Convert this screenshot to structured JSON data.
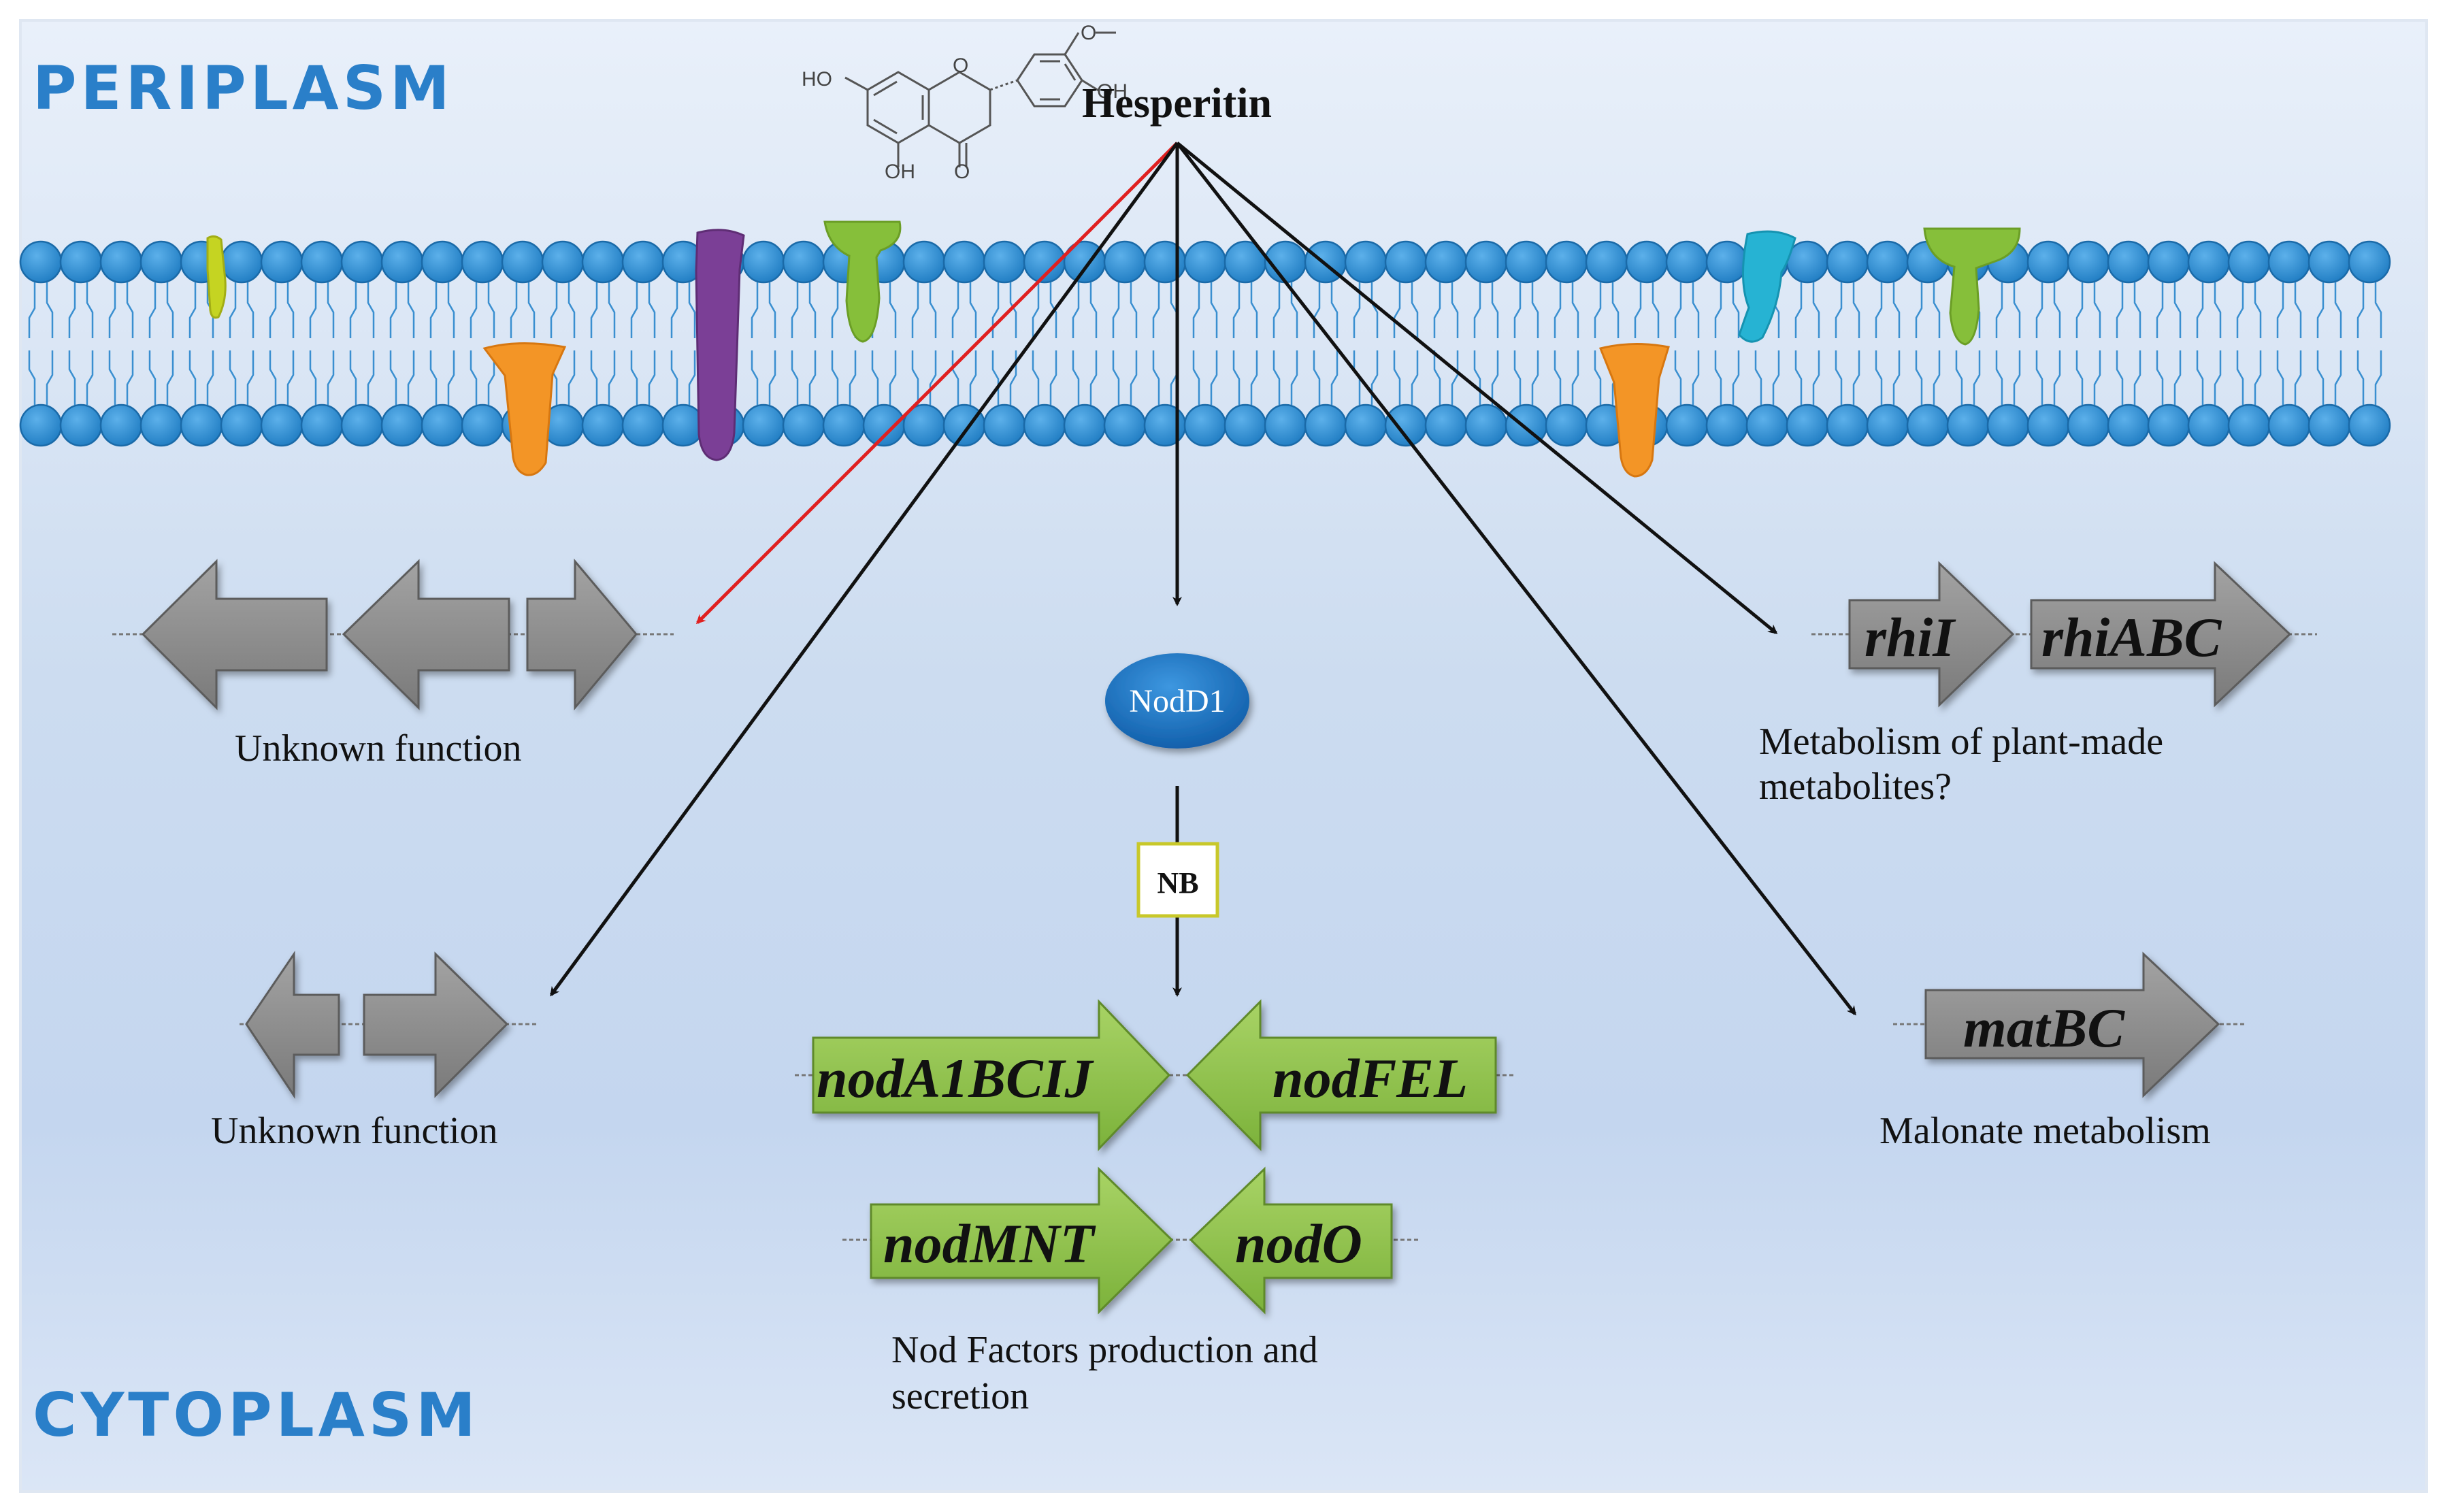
{
  "regions": {
    "top": "PERIPLASM",
    "bottom": "CYTOPLASM"
  },
  "compound": {
    "name": "Hesperitin",
    "atoms": {
      "ho": "HO",
      "oh_bottom": "OH",
      "oh_right": "OH",
      "o_ring": "O",
      "o_keto": "O",
      "o_methoxy": "O"
    }
  },
  "regulator": {
    "name": "NodD1",
    "box": "NB"
  },
  "gene_clusters": {
    "unknown_top": {
      "label": "Unknown function",
      "arrows": [
        "left",
        "left",
        "right"
      ]
    },
    "unknown_bottom": {
      "label": "Unknown function",
      "arrows": [
        "left",
        "right"
      ]
    },
    "nod_row1": {
      "left": "nodA1BCIJ",
      "right": "nodFEL"
    },
    "nod_row2": {
      "left": "nodMNT",
      "right": "nodO"
    },
    "nod_label": {
      "line1": "Nod Factors production and",
      "line2": "secretion"
    },
    "rhi": {
      "gene1": "rhiI",
      "gene2": "rhiABC",
      "line1": "Metabolism of plant-made",
      "line2": "metabolites?"
    },
    "mat": {
      "gene": "matBC",
      "label": "Malonate metabolism"
    }
  },
  "colors": {
    "periplasm_text": "#2a7fc9",
    "membrane_head": "#2e90d6",
    "gray_gene": "#8c8c8c",
    "green_gene": "#8dc048",
    "nodd1": "#1a74c4",
    "inhibit_arrow": "#e02020",
    "activate_arrow": "#111111"
  }
}
